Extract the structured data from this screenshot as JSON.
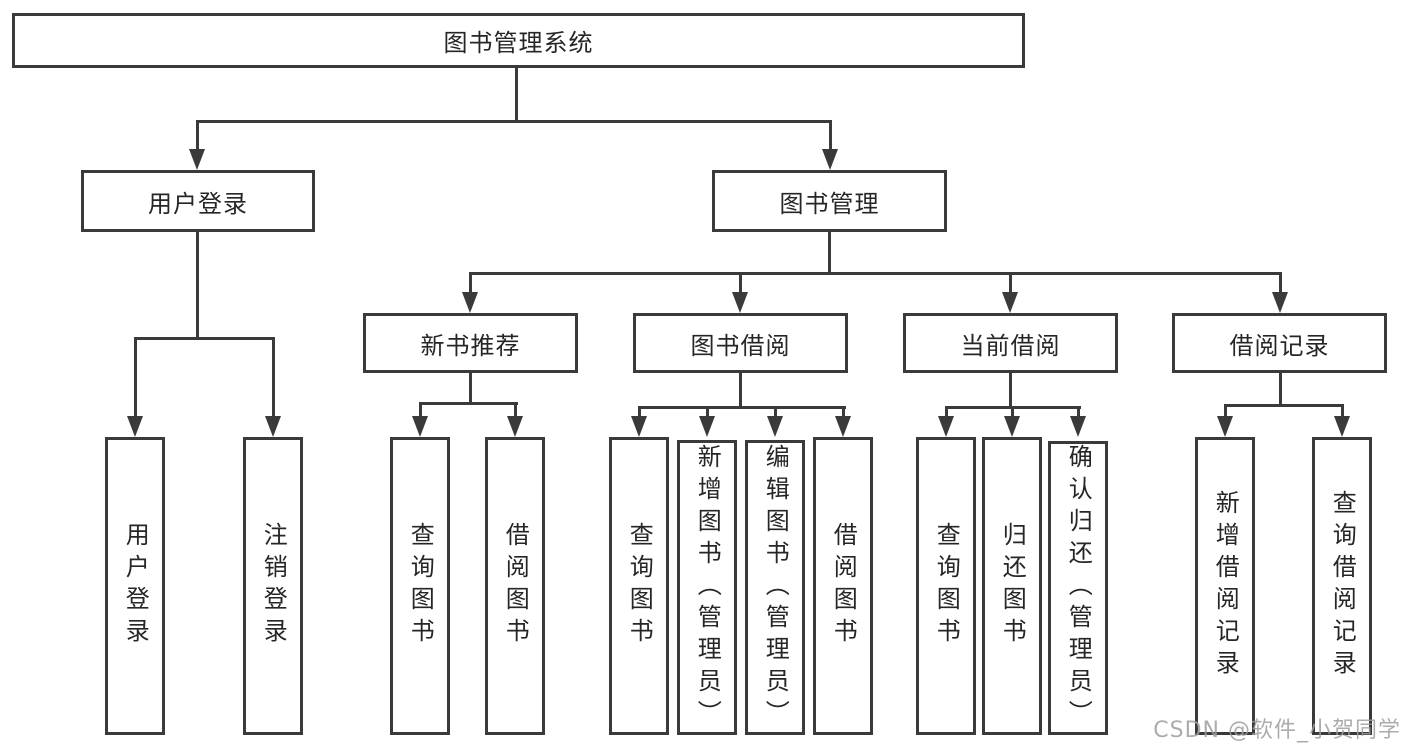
{
  "tree": {
    "root": {
      "label": "图书管理系统"
    },
    "branches": [
      {
        "label": "用户登录",
        "children": [
          {
            "label": "用户登录"
          },
          {
            "label": "注销登录"
          }
        ]
      },
      {
        "label": "图书管理",
        "children": [
          {
            "label": "新书推荐",
            "children": [
              {
                "label": "查询图书"
              },
              {
                "label": "借阅图书"
              }
            ]
          },
          {
            "label": "图书借阅",
            "children": [
              {
                "label": "查询图书"
              },
              {
                "label": "新增图书（管理员）"
              },
              {
                "label": "编辑图书（管理员）"
              },
              {
                "label": "借阅图书"
              }
            ]
          },
          {
            "label": "当前借阅",
            "children": [
              {
                "label": "查询图书"
              },
              {
                "label": "归还图书"
              },
              {
                "label": "确认归还（管理员）"
              }
            ]
          },
          {
            "label": "借阅记录",
            "children": [
              {
                "label": "新增借阅记录"
              },
              {
                "label": "查询借阅记录"
              }
            ]
          }
        ]
      }
    ]
  },
  "watermark": {
    "text": "CSDN @软件_小贺同学"
  },
  "colors": {
    "line": "#3a3a3a",
    "box_border": "#3a3a3a",
    "box_fill": "#ffffff",
    "text": "#262626",
    "background": "#ffffff",
    "watermark": "#9e9e9e"
  }
}
